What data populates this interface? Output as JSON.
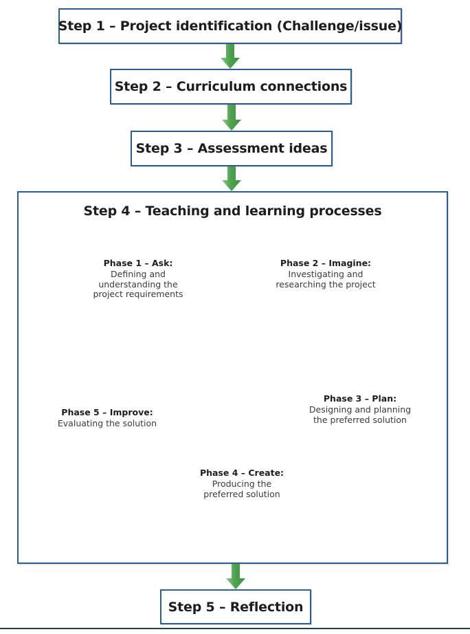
{
  "diagram": {
    "title_steps": [
      {
        "id": "step1",
        "label": "Step 1 – Project identification (Challenge/issue)"
      },
      {
        "id": "step2",
        "label": "Step 2 – Curriculum connections"
      },
      {
        "id": "step3",
        "label": "Step 3 – Assessment ideas"
      },
      {
        "id": "step4",
        "label": "Step 4 – Teaching and learning processes"
      },
      {
        "id": "step5",
        "label": "Step 5 – Reflection"
      }
    ],
    "cycle": {
      "phases": [
        {
          "id": "phase1",
          "head": "Phase 1 – Ask:",
          "desc": "Defining and understanding the project requirements"
        },
        {
          "id": "phase2",
          "head": "Phase 2 – Imagine:",
          "desc": "Investigating and researching the project"
        },
        {
          "id": "phase3",
          "head": "Phase 3 – Plan:",
          "desc": "Designing and planning the preferred solution"
        },
        {
          "id": "phase4",
          "head": "Phase 4 – Create:",
          "desc": "Producing the preferred solution"
        },
        {
          "id": "phase5",
          "head": "Phase 5 – Improve:",
          "desc": "Evaluating the solution"
        }
      ]
    },
    "colors": {
      "box_border": "#2e5d8c",
      "arrow_green": "#4fa34f",
      "arrow_green_light": "#6cb86c",
      "text": "#1d1d1b",
      "bottom_rule": "#1f4532"
    },
    "icons": {
      "down_arrow": "down-arrow-icon",
      "cycle_arrow": "curved-cycle-arrow-icon"
    }
  }
}
